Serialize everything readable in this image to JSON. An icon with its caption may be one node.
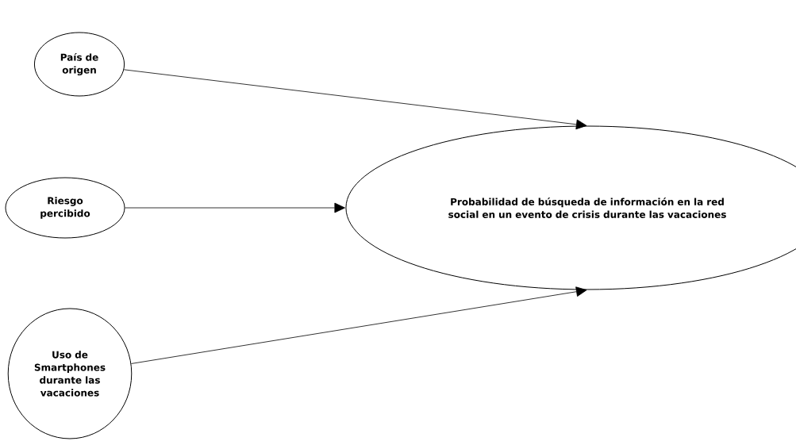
{
  "diagram": {
    "nodes": [
      {
        "text": [
          "País de origen"
        ]
      },
      {
        "text": [
          "Riesgo percibido"
        ]
      },
      {
        "text": [
          "Uso de Smartphones durante las vacaciones"
        ]
      },
      {
        "text": [
          "Probabilidad de búsqueda de información en la red social en un evento de crisis durante las vacaciones"
        ]
      }
    ],
    "edges": [
      {
        "from": 0,
        "to": 3,
        "arrow": "to"
      },
      {
        "from": 1,
        "to": 3,
        "arrow": "to"
      },
      {
        "from": 2,
        "to": 3,
        "arrow": "to"
      }
    ]
  }
}
